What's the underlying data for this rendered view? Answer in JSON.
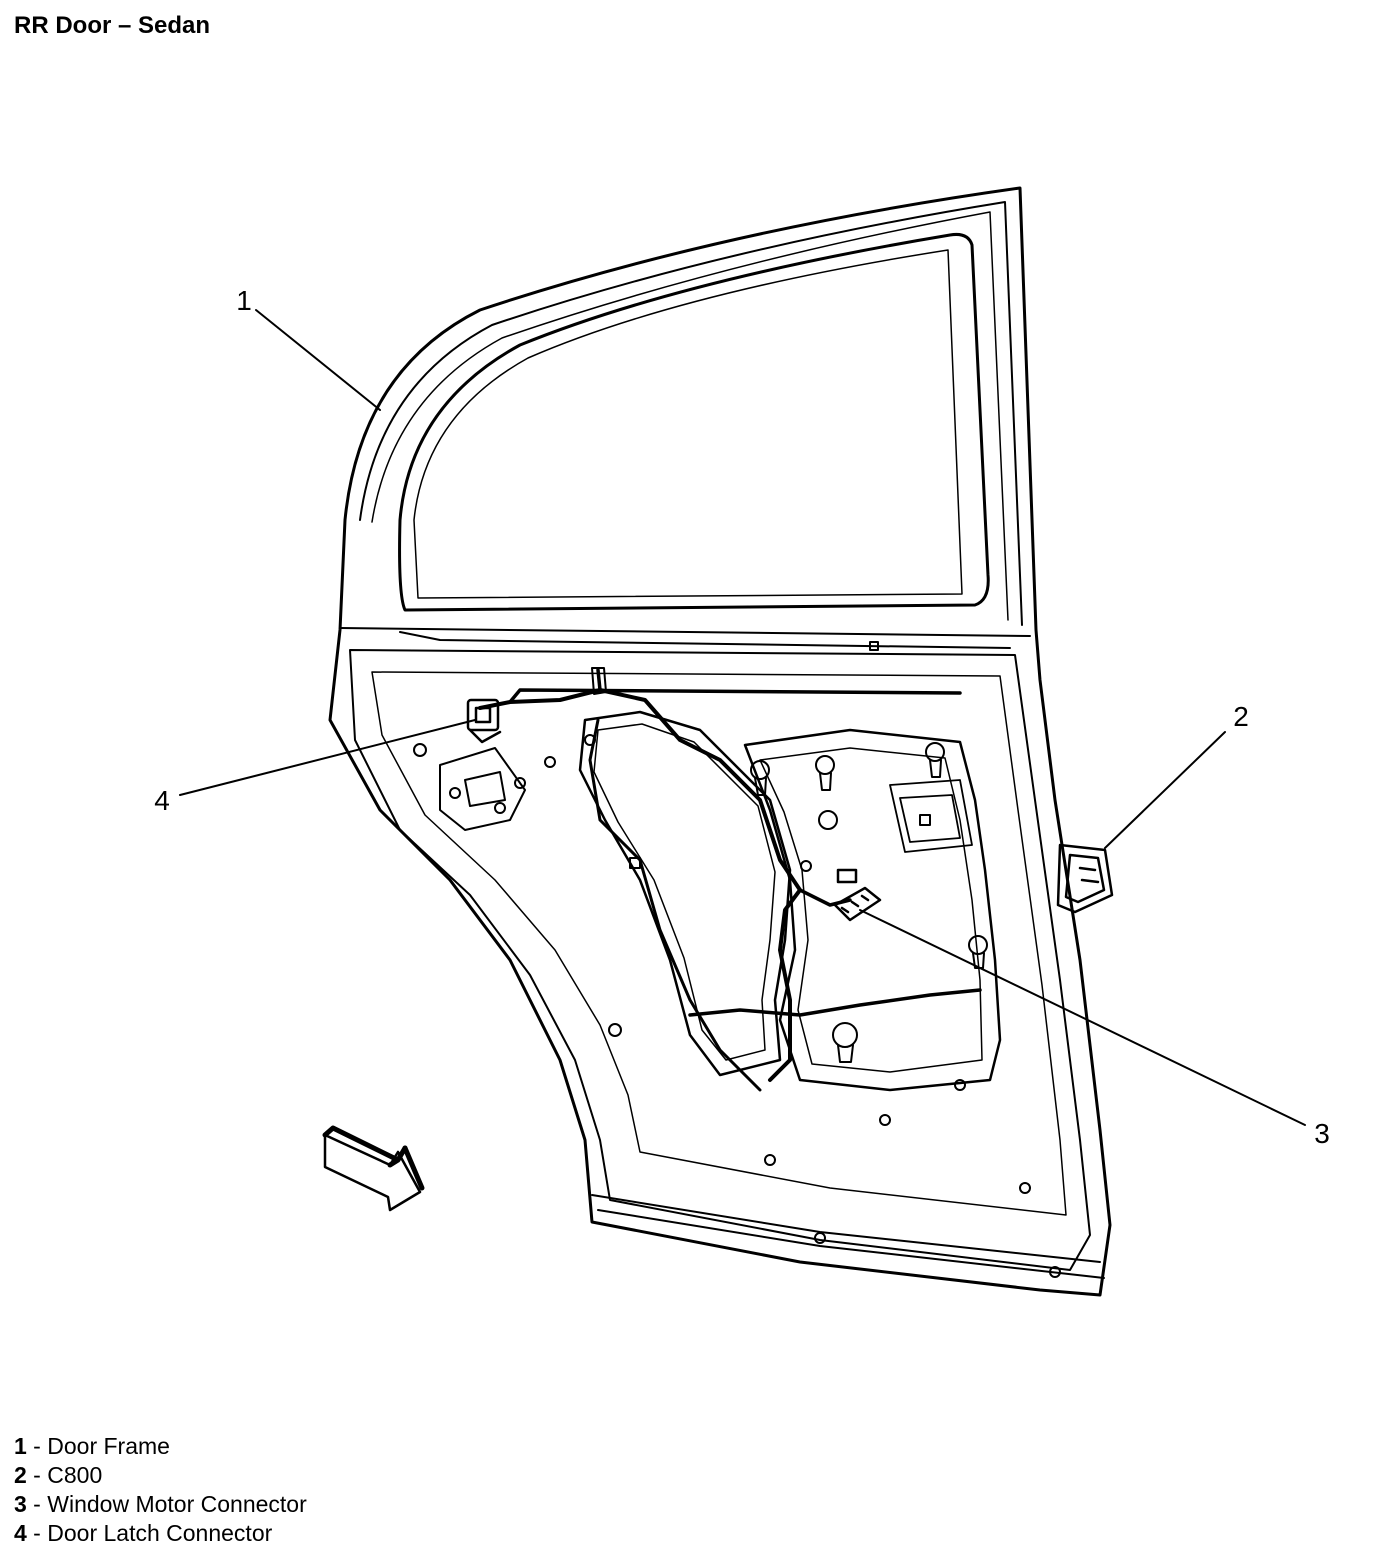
{
  "title": "RR Door – Sedan",
  "callouts": [
    "1",
    "2",
    "3",
    "4"
  ],
  "legend": [
    {
      "num": "1",
      "sep": " - ",
      "label": "Door Frame"
    },
    {
      "num": "2",
      "sep": " - ",
      "label": "C800"
    },
    {
      "num": "3",
      "sep": " - ",
      "label": "Window Motor Connector"
    },
    {
      "num": "4",
      "sep": " - ",
      "label": "Door Latch Connector"
    }
  ],
  "colors": {
    "line": "#000000",
    "background": "#ffffff"
  }
}
